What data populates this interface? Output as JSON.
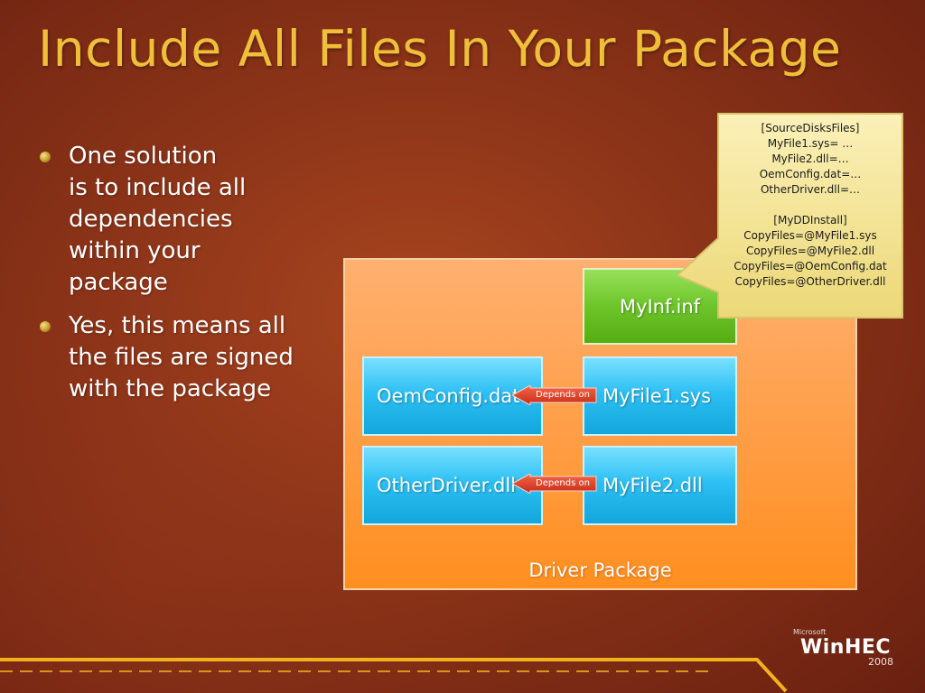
{
  "title": "Include All Files In Your Package",
  "bullets": [
    {
      "lines": [
        "One solution",
        "is to include all",
        "dependencies",
        "within your",
        "package"
      ]
    },
    {
      "lines": [
        "Yes, this means all",
        "the files are signed",
        "with the package"
      ]
    }
  ],
  "diagram": {
    "package_label": "Driver Package",
    "boxes": {
      "inf": "MyInf.inf",
      "oem": "OemConfig.dat",
      "other": "OtherDriver.dll",
      "myfile1": "MyFile1.sys",
      "myfile2": "MyFile2.dll"
    },
    "arrows": [
      "Depends on",
      "Depends on"
    ],
    "callout_lines": [
      "[SourceDisksFiles]",
      "MyFile1.sys= …",
      "MyFile2.dll=…",
      "OemConfig.dat=…",
      "OtherDriver.dll=…",
      "",
      "[MyDDInstall]",
      "CopyFiles=@MyFile1.sys",
      "CopyFiles=@MyFile2.dll",
      "CopyFiles=@OemConfig.dat",
      "CopyFiles=@OtherDriver.dll"
    ]
  },
  "logo": {
    "small": "Microsoft",
    "main": "WinHEC",
    "year": "2008"
  },
  "colors": {
    "background": "#8a3318",
    "title": "#f0bf3a",
    "package": "#ff9d45",
    "blue_box": "#2ec0f4",
    "green_box": "#6dc52a",
    "arrow": "#e0402a",
    "callout": "#f5e79a",
    "stripe": "#f2b21e"
  }
}
